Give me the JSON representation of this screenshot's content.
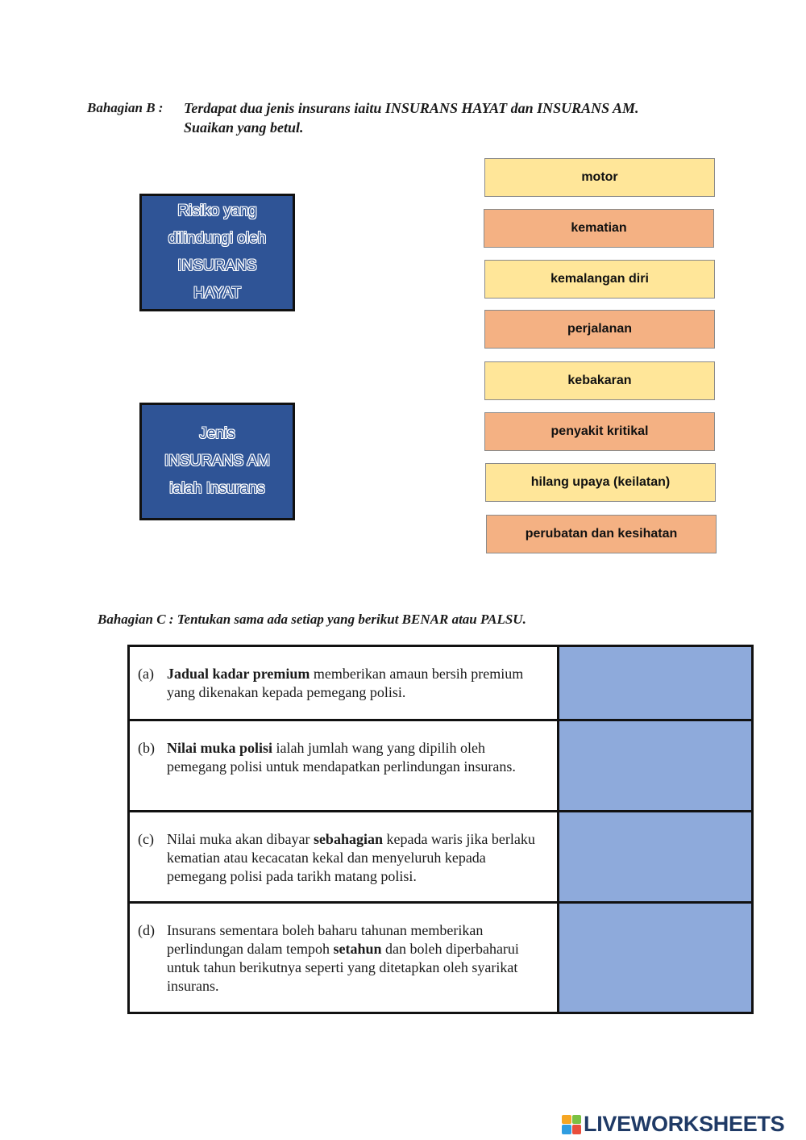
{
  "section_b": {
    "label": "Bahagian B :",
    "instruction_line1": "Terdapat dua jenis insurans iaitu INSURANS HAYAT dan INSURANS AM.",
    "instruction_line2": "Suaikan yang betul."
  },
  "targets": {
    "hayat": [
      "Risiko yang",
      "dilindungi oleh",
      "INSURANS",
      "HAYAT"
    ],
    "am": [
      "Jenis",
      "INSURANS AM",
      "ialah Insurans"
    ]
  },
  "tiles": [
    {
      "label": "motor",
      "color": "#ffe699"
    },
    {
      "label": "kematian",
      "color": "#f4b183"
    },
    {
      "label": "kemalangan diri",
      "color": "#ffe699"
    },
    {
      "label": "perjalanan",
      "color": "#f4b183"
    },
    {
      "label": "kebakaran",
      "color": "#ffe699"
    },
    {
      "label": "penyakit kritikal",
      "color": "#f4b183"
    },
    {
      "label": "hilang upaya (keilatan)",
      "color": "#ffe699"
    },
    {
      "label": "perubatan dan kesihatan",
      "color": "#f4b183"
    }
  ],
  "section_c": {
    "instruction": "Bahagian C :  Tentukan sama ada setiap yang berikut BENAR atau PALSU.",
    "questions": [
      {
        "label": "(a)",
        "bold": "Jadual kadar premium",
        "pre": "",
        "post": " memberikan amaun bersih premium yang dikenakan kepada pemegang polisi."
      },
      {
        "label": "(b)",
        "bold": "Nilai muka polisi",
        "pre": "",
        "post": " ialah jumlah wang yang dipilih oleh pemegang polisi untuk mendapatkan perlindungan insurans."
      },
      {
        "label": "(c)",
        "bold": "sebahagian",
        "pre": "Nilai muka akan dibayar ",
        "post": " kepada waris jika berlaku kematian atau kecacatan kekal dan menyeluruh kepada pemegang polisi pada tarikh matang polisi."
      },
      {
        "label": "(d)",
        "bold": "setahun",
        "pre": "Insurans sementara boleh baharu tahunan memberikan perlindungan dalam tempoh ",
        "post": " dan boleh diperbaharui untuk tahun berikutnya seperti yang ditetapkan oleh syarikat insurans."
      }
    ],
    "answer_color": "#8eaadb"
  },
  "footer": {
    "logo_text": "LIVEWORKSHEETS"
  }
}
